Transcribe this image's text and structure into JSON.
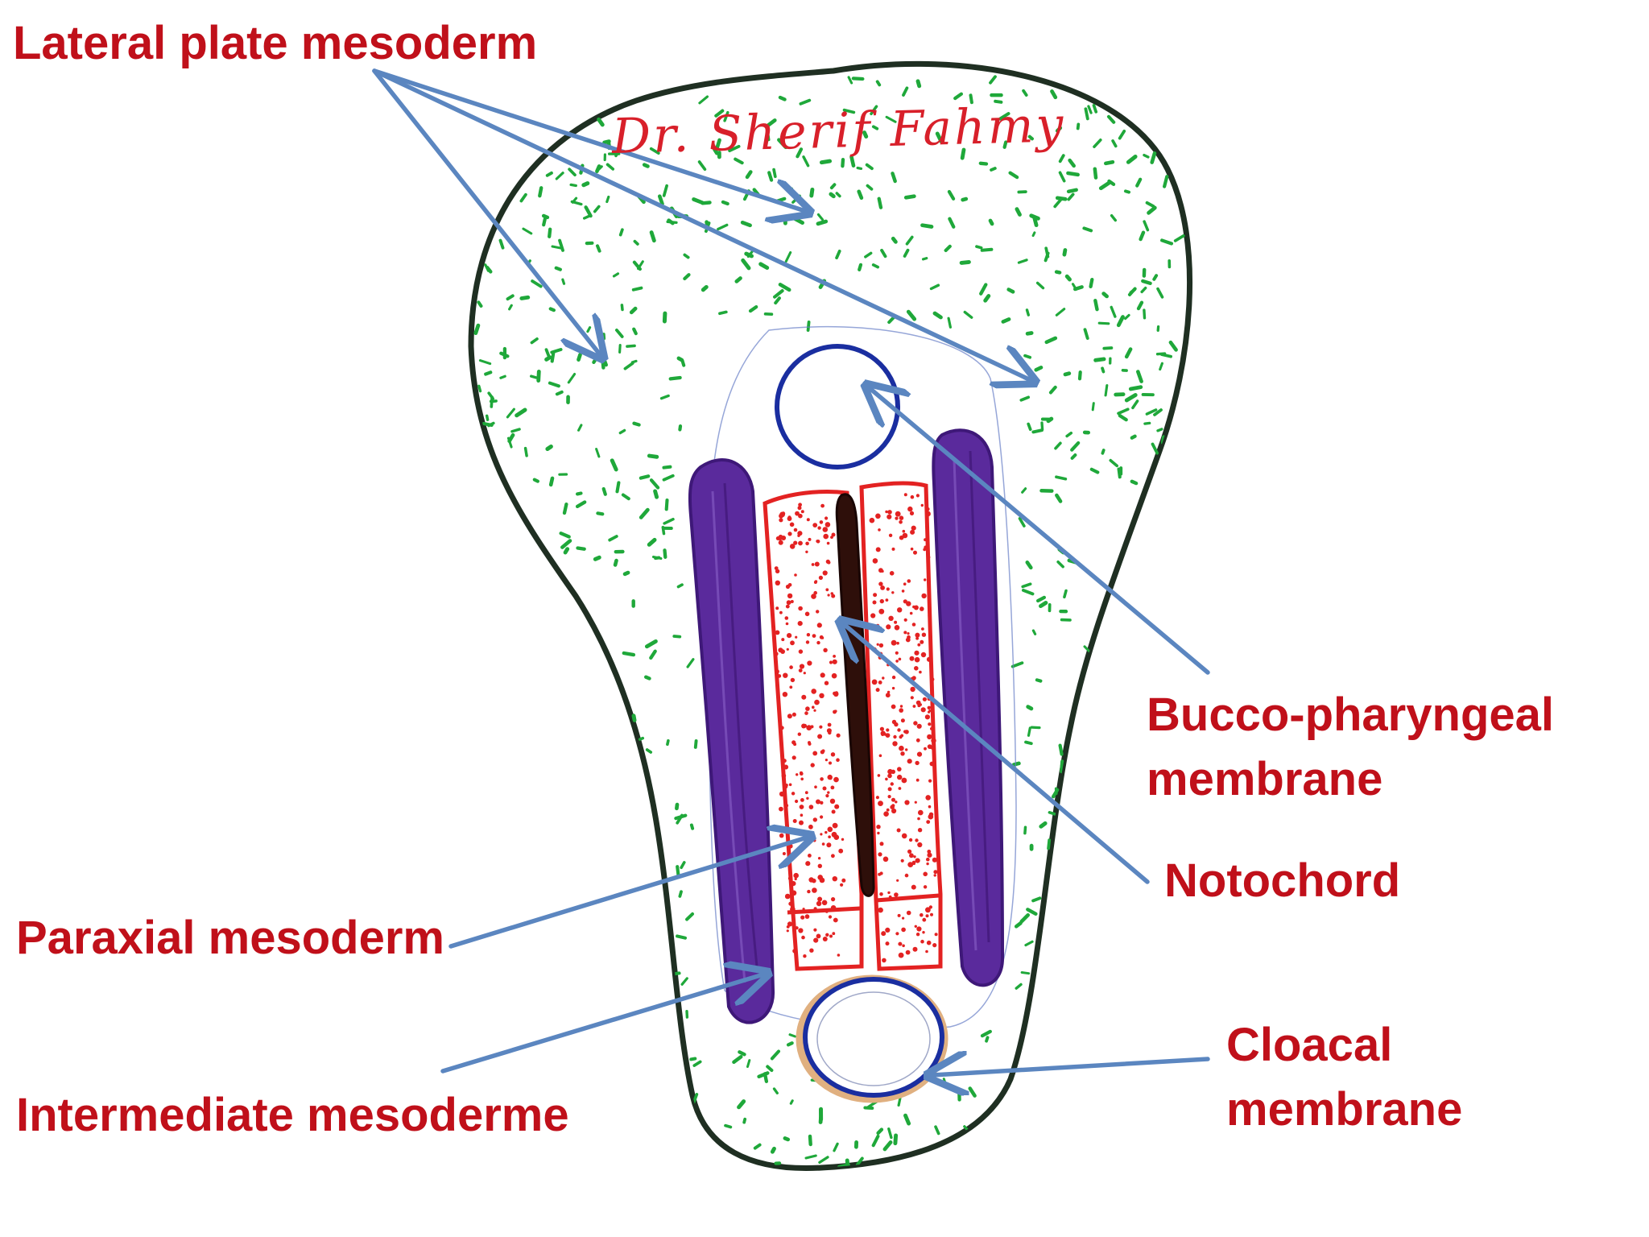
{
  "colors": {
    "label": "#c0101a",
    "arrow": "#5b86c0",
    "outline": "#1f2f22",
    "green_dots": "#1fa83a",
    "purple": "#5a2a9c",
    "red": "#e32222",
    "notochord": "#2e0f0a",
    "blue_ring": "#1a2ea0",
    "orange_ring": "#e0b080",
    "signature": "#d8202a"
  },
  "signature": "Dr. Sherif Fahmy",
  "labels": {
    "lateral_plate": "Lateral plate mesoderm",
    "bucco_line1": "Bucco-pharyngeal",
    "bucco_line2": "membrane",
    "notochord": "Notochord",
    "paraxial": "Paraxial mesoderm",
    "intermediate": "Intermediate mesoderme",
    "cloacal_line1": "Cloacal",
    "cloacal_line2": "membrane"
  }
}
